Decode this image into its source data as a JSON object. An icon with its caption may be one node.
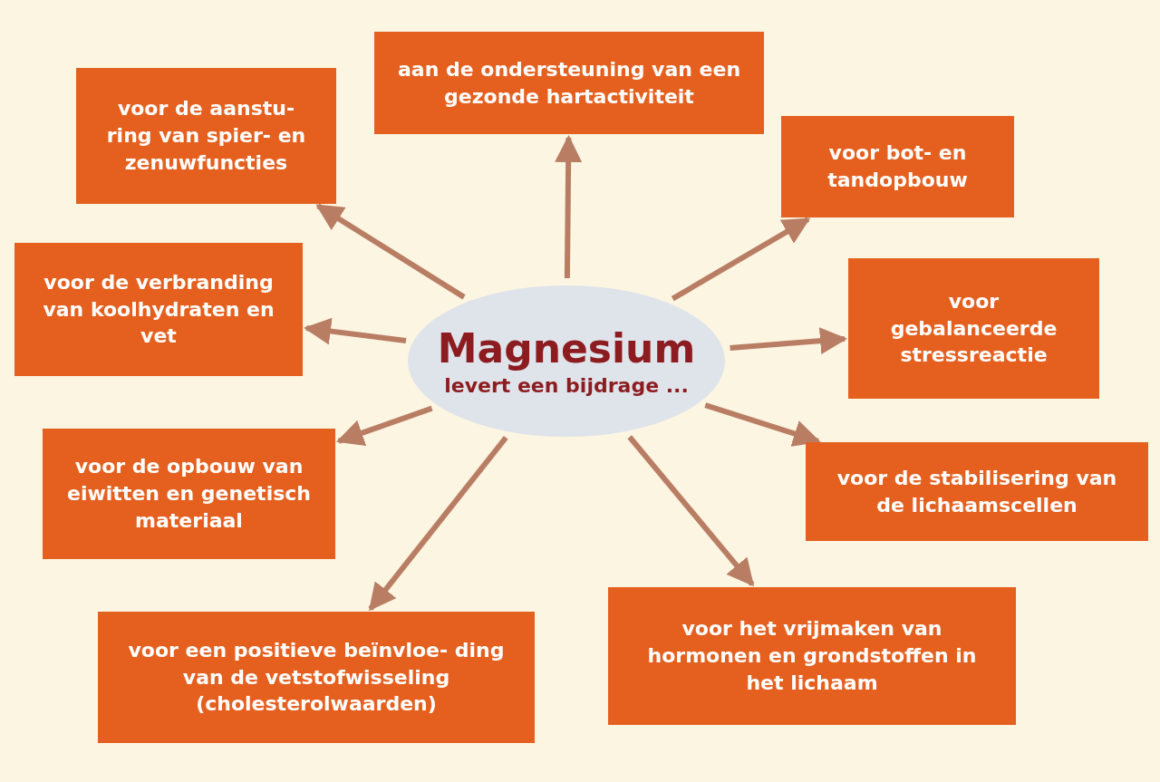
{
  "diagram": {
    "nodes": [
      {
        "text": [
          "Magnesium",
          "levert een bijdrage ..."
        ]
      },
      {
        "text": [
          "aan de ondersteuning van een gezonde hartactiviteit"
        ]
      },
      {
        "text": [
          "voor de aanstu- ring van spier- en zenuwfuncties"
        ]
      },
      {
        "text": [
          "voor bot- en tandopbouw"
        ]
      },
      {
        "text": [
          "voor de verbranding van koolhydraten en vet"
        ]
      },
      {
        "text": [
          "voor gebalanceerde stressreactie"
        ]
      },
      {
        "text": [
          "voor de opbouw van eiwitten en genetisch materiaal"
        ]
      },
      {
        "text": [
          "voor de stabilisering van de lichaamscellen"
        ]
      },
      {
        "text": [
          "voor een positieve beïnvloe- ding van de vetstofwisseling (cholesterolwaarden)"
        ]
      },
      {
        "text": [
          "voor het vrijmaken van hormonen en grondstoffen in het lichaam"
        ]
      }
    ],
    "edges": [
      {
        "from": 0,
        "to": 1,
        "arrow": "to"
      },
      {
        "from": 0,
        "to": 2,
        "arrow": "to"
      },
      {
        "from": 0,
        "to": 3,
        "arrow": "to"
      },
      {
        "from": 0,
        "to": 4,
        "arrow": "to"
      },
      {
        "from": 0,
        "to": 5,
        "arrow": "to"
      },
      {
        "from": 0,
        "to": 6,
        "arrow": "to"
      },
      {
        "from": 0,
        "to": 7,
        "arrow": "to"
      },
      {
        "from": 0,
        "to": 8,
        "arrow": "to"
      },
      {
        "from": 0,
        "to": 9,
        "arrow": "to"
      }
    ]
  }
}
